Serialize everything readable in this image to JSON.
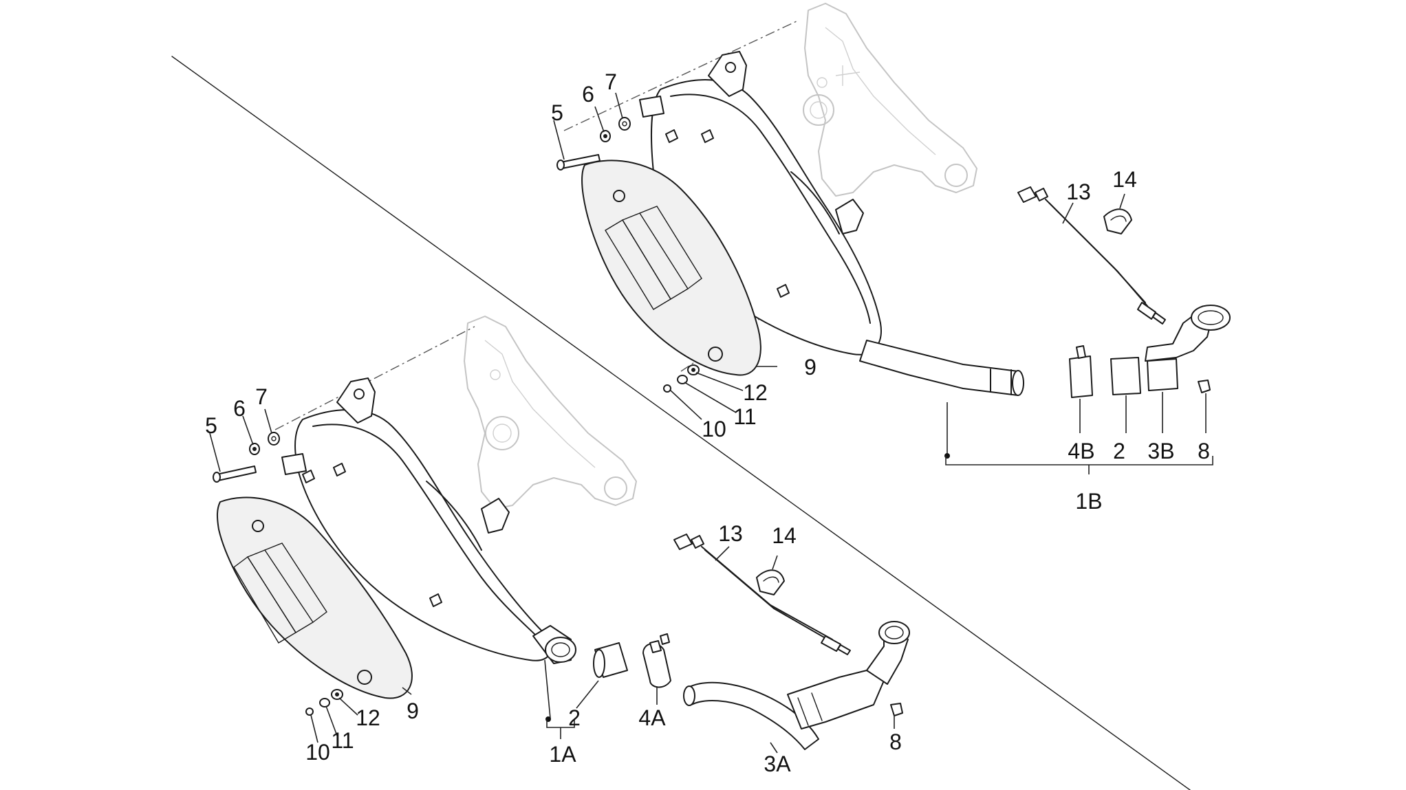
{
  "diagram": {
    "upper_group": {
      "labels": {
        "screw": "5",
        "lock_washer": "6",
        "washer": "7",
        "heat_shield": "9",
        "shield_screw": "10",
        "shield_washer": "11",
        "shield_nut": "12",
        "sensor": "13",
        "sensor_clip": "14",
        "clamp": "4B",
        "gasket": "2",
        "pipe": "3B",
        "plug": "8",
        "assembly": "1B"
      }
    },
    "lower_group": {
      "labels": {
        "screw": "5",
        "lock_washer": "6",
        "washer": "7",
        "heat_shield": "9",
        "shield_screw": "10",
        "shield_washer": "11",
        "shield_nut": "12",
        "sensor": "13",
        "sensor_clip": "14",
        "gasket": "2",
        "clamp": "4A",
        "pipe": "3A",
        "plug": "8",
        "assembly": "1A",
        "assembly_gasket": "2"
      }
    }
  }
}
